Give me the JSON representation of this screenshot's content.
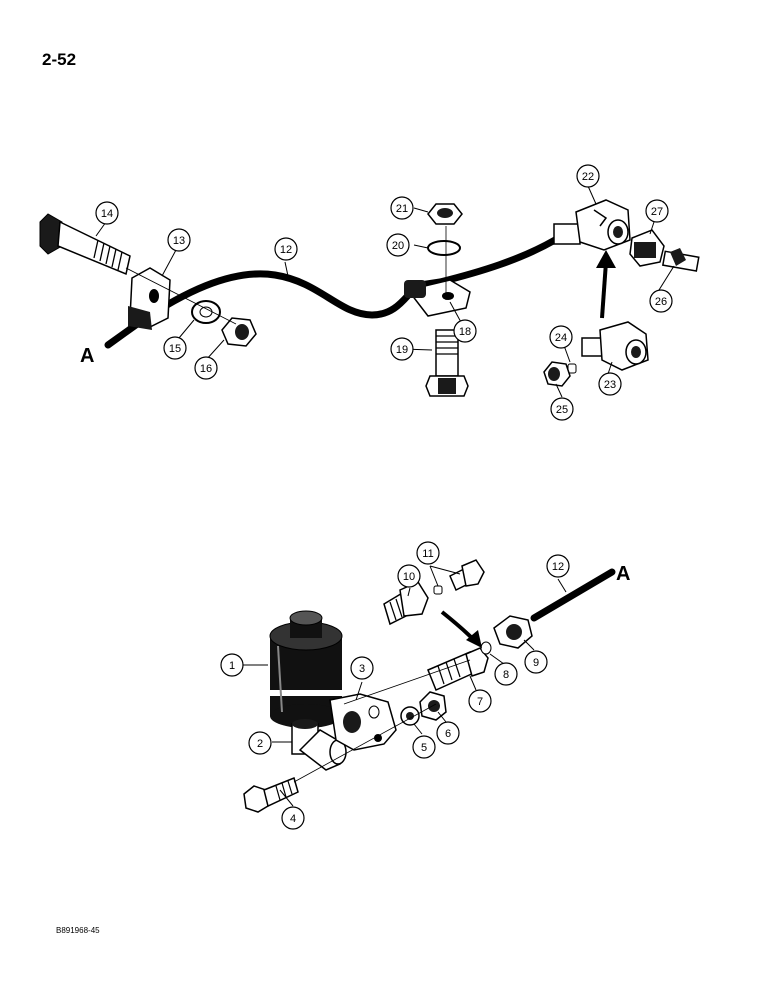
{
  "page": {
    "number": "2-52",
    "figure_code": "B891968-45"
  },
  "refs": {
    "a_upper": "A",
    "a_lower": "A"
  },
  "callouts": [
    "1",
    "2",
    "3",
    "4",
    "5",
    "6",
    "7",
    "8",
    "9",
    "10",
    "11",
    "12",
    "12",
    "13",
    "14",
    "15",
    "16",
    "18",
    "19",
    "20",
    "21",
    "22",
    "23",
    "24",
    "25",
    "26",
    "27"
  ]
}
